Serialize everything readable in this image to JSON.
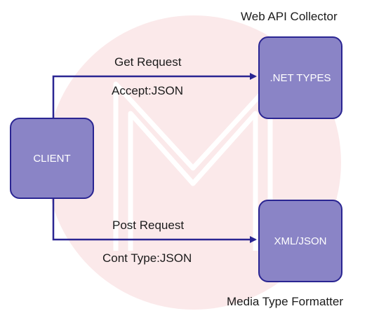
{
  "diagram": {
    "client_label": "CLIENT",
    "net_types_label": ".NET TYPES",
    "xml_json_label": "XML/JSON",
    "top_title": "Web API Collector",
    "bottom_title": "Media Type Formatter",
    "get_request": "Get Request",
    "accept_header": "Accept:JSON",
    "post_request": "Post Request",
    "content_type": "Cont Type:JSON"
  },
  "colors": {
    "box_fill": "#8a84c6",
    "box_border": "#2a2592",
    "arrow": "#2a2592",
    "watermark": "#fbe9ea"
  }
}
